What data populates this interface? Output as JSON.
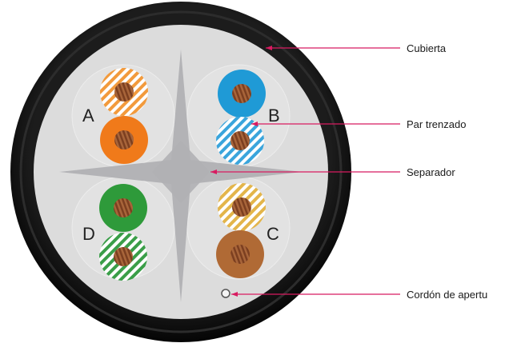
{
  "diagram": {
    "labels": {
      "jacket": "Cubierta",
      "twisted_pair": "Par trenzado",
      "separator": "Separador",
      "ripcord": "Cordón de apertu"
    },
    "pairs": {
      "a": "A",
      "b": "B",
      "c": "C",
      "d": "D"
    }
  },
  "colors": {
    "jacket": "#111111",
    "core": "#dedede",
    "separator": "#b3b3b6",
    "leader": "#d81b60",
    "copper": "#8a4a2a",
    "orange": "#f07a1a",
    "blue": "#1f9ad6",
    "green": "#2e9a3a",
    "brown": "#b06a35"
  }
}
